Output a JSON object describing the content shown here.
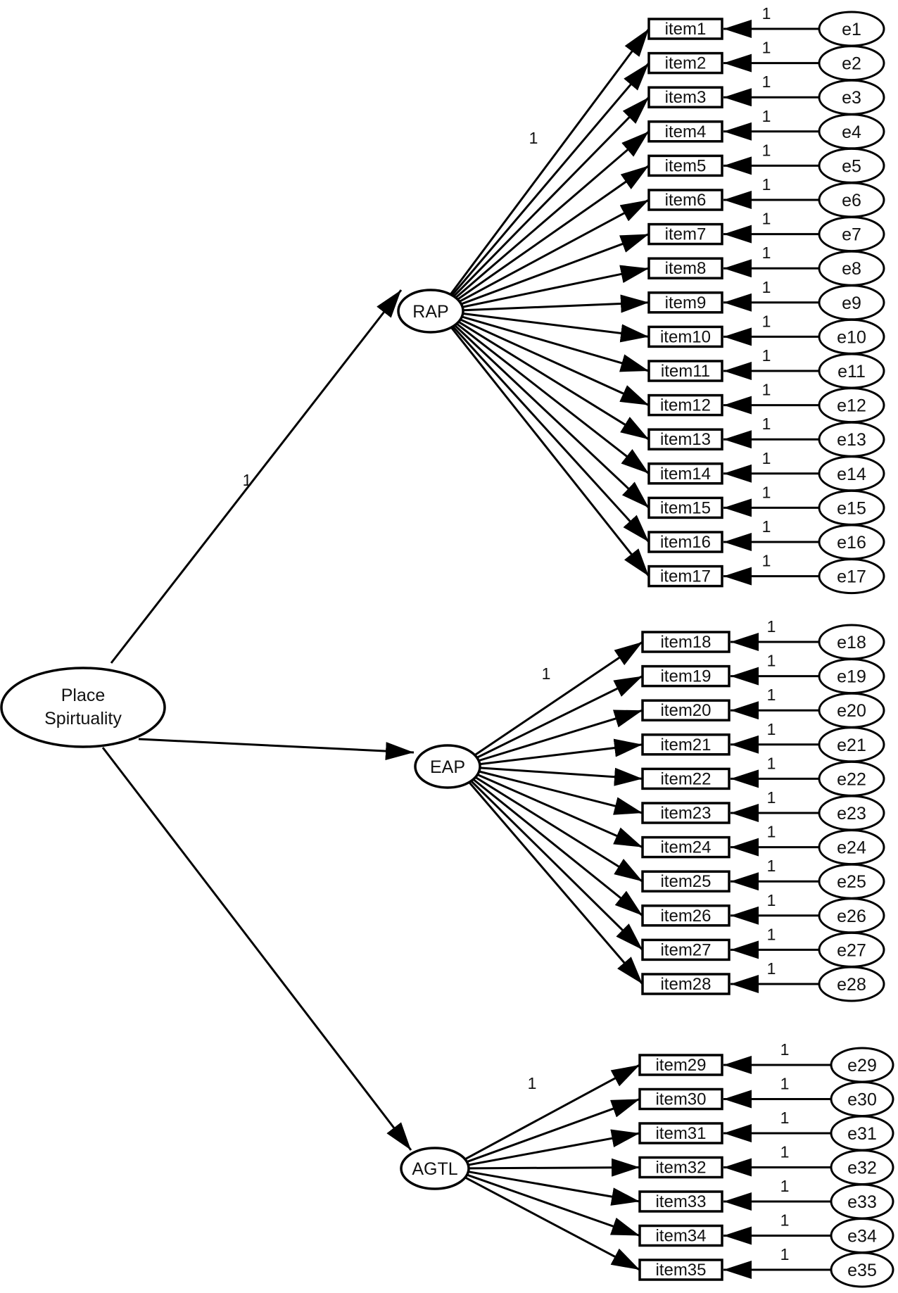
{
  "diagram": {
    "type": "second-order CFA path diagram",
    "colors": {
      "stroke": "#000000",
      "text": "#111111",
      "background": "#ffffff"
    },
    "second_order": {
      "id": "place",
      "label_lines": [
        "Place",
        "Spirtuality"
      ]
    },
    "factors": [
      {
        "id": "RAP",
        "label": "RAP",
        "path_label": "1",
        "first_loading_label": "1",
        "items": [
          "item1",
          "item2",
          "item3",
          "item4",
          "item5",
          "item6",
          "item7",
          "item8",
          "item9",
          "item10",
          "item11",
          "item12",
          "item13",
          "item14",
          "item15",
          "item16",
          "item17"
        ],
        "errors": [
          "e1",
          "e2",
          "e3",
          "e4",
          "e5",
          "e6",
          "e7",
          "e8",
          "e9",
          "e10",
          "e11",
          "e12",
          "e13",
          "e14",
          "e15",
          "e16",
          "e17"
        ],
        "error_labels": [
          "1",
          "1",
          "1",
          "1",
          "1",
          "1",
          "1",
          "1",
          "1",
          "1",
          "1",
          "1",
          "1",
          "1",
          "1",
          "1",
          "1"
        ]
      },
      {
        "id": "EAP",
        "label": "EAP",
        "path_label": "",
        "first_loading_label": "1",
        "items": [
          "item18",
          "item19",
          "item20",
          "item21",
          "item22",
          "item23",
          "item24",
          "item25",
          "item26",
          "item27",
          "item28"
        ],
        "errors": [
          "e18",
          "e19",
          "e20",
          "e21",
          "e22",
          "e23",
          "e24",
          "e25",
          "e26",
          "e27",
          "e28"
        ],
        "error_labels": [
          "1",
          "1",
          "1",
          "1",
          "1",
          "1",
          "1",
          "1",
          "1",
          "1",
          "1"
        ]
      },
      {
        "id": "AGTL",
        "label": "AGTL",
        "path_label": "",
        "first_loading_label": "1",
        "items": [
          "item29",
          "item30",
          "item31",
          "item32",
          "item33",
          "item34",
          "item35"
        ],
        "errors": [
          "e29",
          "e30",
          "e31",
          "e32",
          "e33",
          "e34",
          "e35"
        ],
        "error_labels": [
          "1",
          "1",
          "1",
          "1",
          "1",
          "1",
          "1"
        ]
      }
    ]
  }
}
